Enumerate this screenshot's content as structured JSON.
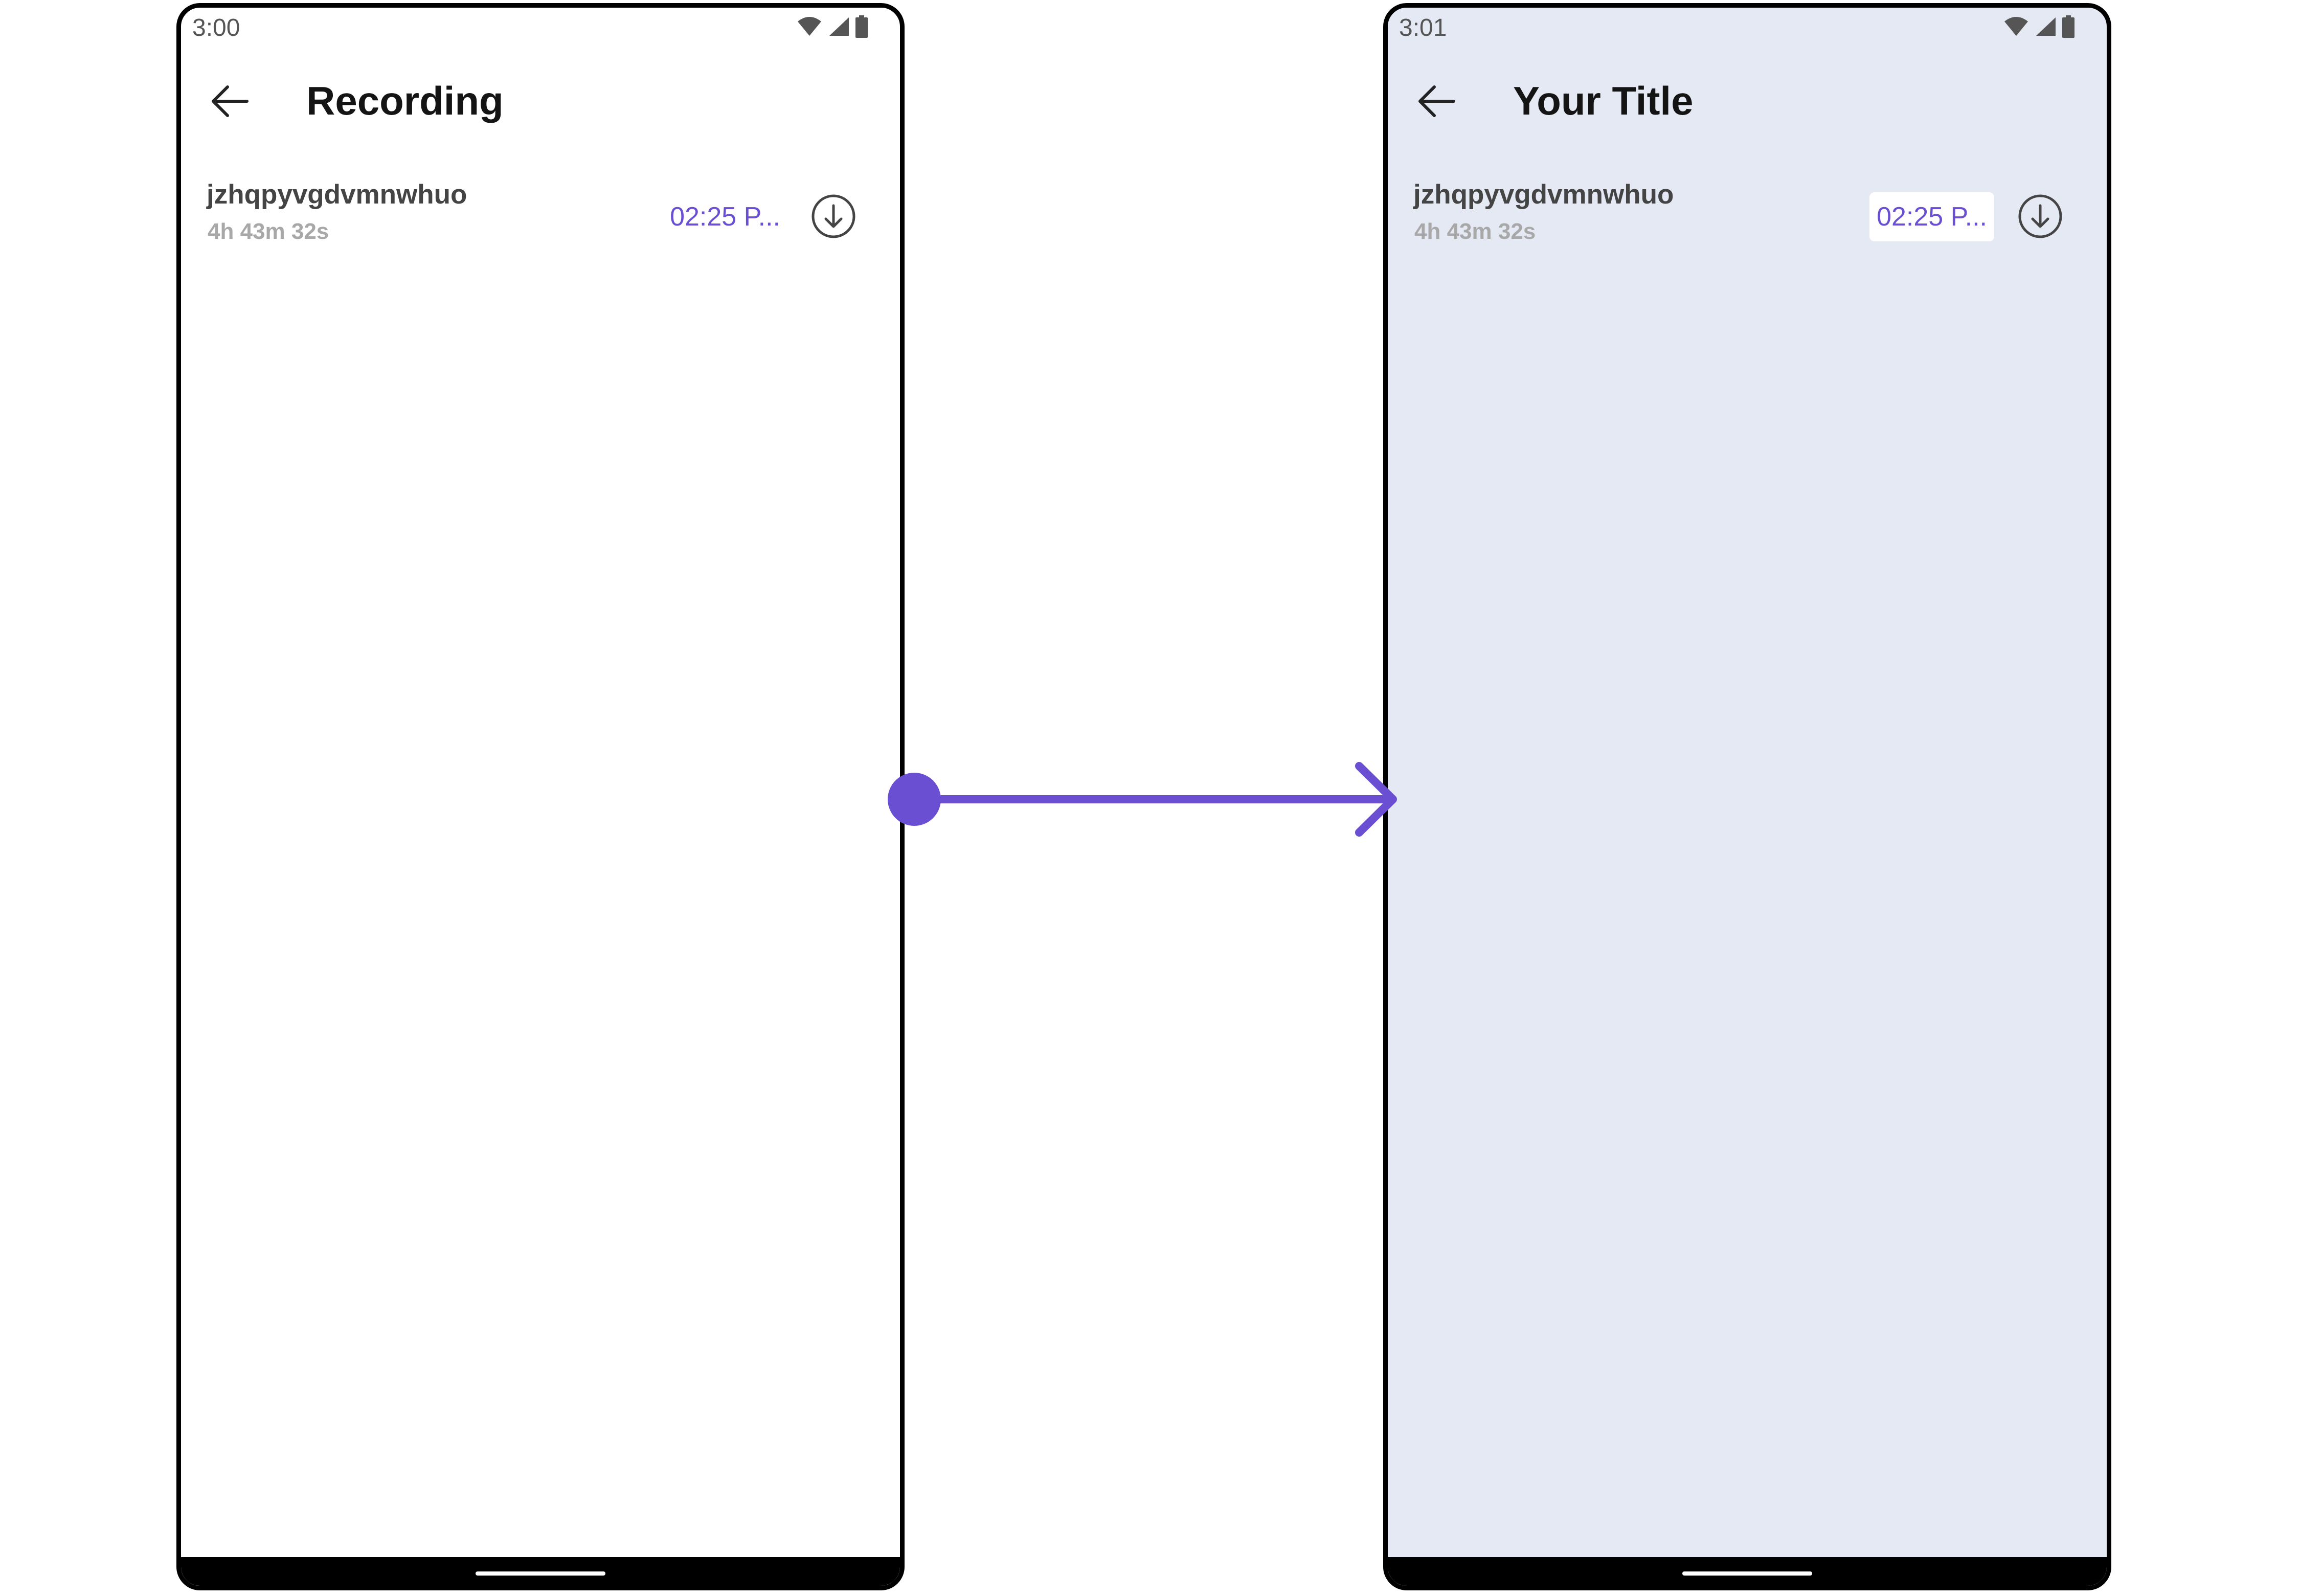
{
  "screens": [
    {
      "status_time": "3:00",
      "title": "Recording",
      "recording": {
        "name": "jzhqpyvgdvmnwhuo",
        "duration": "4h 43m 32s",
        "time": "02:25 P..."
      }
    },
    {
      "status_time": "3:01",
      "title": "Your Title",
      "recording": {
        "name": "jzhqpyvgdvmnwhuo",
        "duration": "4h 43m 32s",
        "time": "02:25 P..."
      }
    }
  ],
  "icons": {
    "back": "arrow-left-icon",
    "download": "download-circle-icon",
    "wifi": "wifi-icon",
    "signal": "cell-signal-icon",
    "battery": "battery-icon",
    "transition": "right-arrow-connector"
  },
  "colors": {
    "accent": "#6a4fd3",
    "right_screen_background": "#e4e9f3",
    "left_screen_background": "#ffffff",
    "time_chip_background": "#ffffff"
  }
}
